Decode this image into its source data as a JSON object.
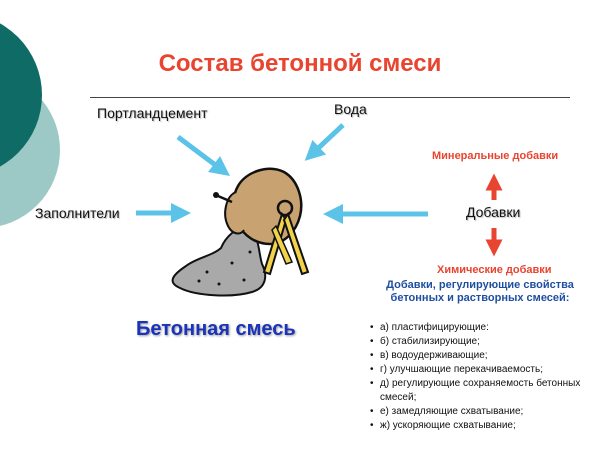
{
  "title": "Состав бетонной смеси",
  "inputs": {
    "portland_cement": "Портландцемент",
    "water": "Вода",
    "fillers": "Заполнители",
    "additives": "Добавки"
  },
  "additives": {
    "mineral": "Минеральные добавки",
    "chemical": "Химические добавки",
    "regulating_heading": "Добавки, регулирующие свойства бетонных и растворных смесей:",
    "items": [
      "а) пластифицирующие:",
      "б) стабилизирующие;",
      "в) водоудерживающие;",
      "г) улучшающие перекачиваемость;",
      "д) регулирующие сохраняемость бетонных смесей;",
      "е) замедляющие схватывание;",
      "ж) ускоряющие схватывание;"
    ]
  },
  "result": "Бетонная смесь",
  "colors": {
    "title": "#e8442f",
    "arrow_blue": "#5cc3e8",
    "arrow_red": "#e8442f",
    "heading_blue": "#1f4fa0",
    "result_blue": "#1a33b8",
    "deco_teal_dark": "#0e6b66",
    "deco_teal_light": "#9cc9c6"
  },
  "icons": {
    "mixer": "concrete-mixer-icon"
  }
}
